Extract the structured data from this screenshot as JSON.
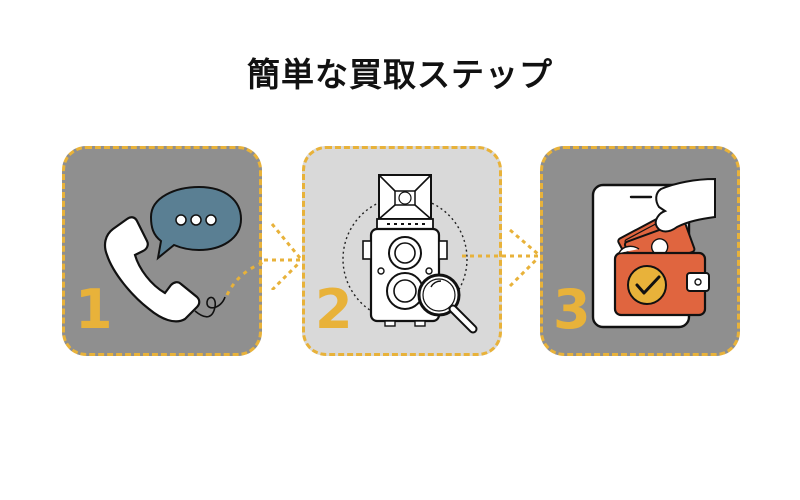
{
  "title": "簡単な買取ステップ",
  "colors": {
    "accent": "#e8b23a",
    "panel_dark": "#8f8f8f",
    "panel_light": "#d9d9d9",
    "bubble": "#5a7f93",
    "wallet": "#e0653f",
    "check": "#e8b23a"
  },
  "steps": [
    {
      "number": "1",
      "icon": "phone-chat-icon"
    },
    {
      "number": "2",
      "icon": "camera-inspect-icon"
    },
    {
      "number": "3",
      "icon": "wallet-payment-icon"
    }
  ]
}
